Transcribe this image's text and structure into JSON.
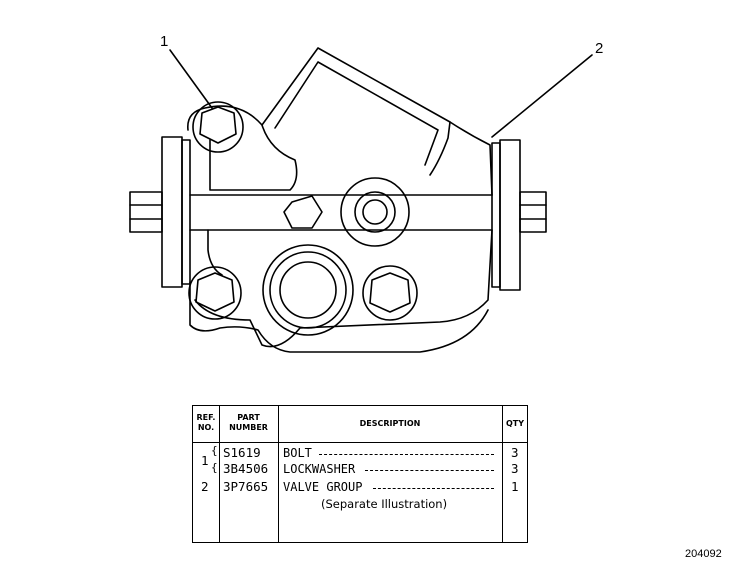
{
  "callouts": {
    "one": "1",
    "two": "2"
  },
  "table": {
    "headers": {
      "ref_line1": "REF.",
      "ref_line2": "NO.",
      "part_line1": "PART",
      "part_line2": "NUMBER",
      "description": "DESCRIPTION",
      "qty": "QTY"
    },
    "rows": [
      {
        "ref": "1",
        "part": "S1619",
        "description": "BOLT",
        "qty": "3"
      },
      {
        "ref": "",
        "part": "3B4506",
        "description": "LOCKWASHER",
        "qty": "3"
      },
      {
        "ref": "2",
        "part": "3P7665",
        "description": "VALVE GROUP",
        "qty": "1"
      }
    ],
    "note": "(Separate Illustration)"
  },
  "figure_number": "204092"
}
